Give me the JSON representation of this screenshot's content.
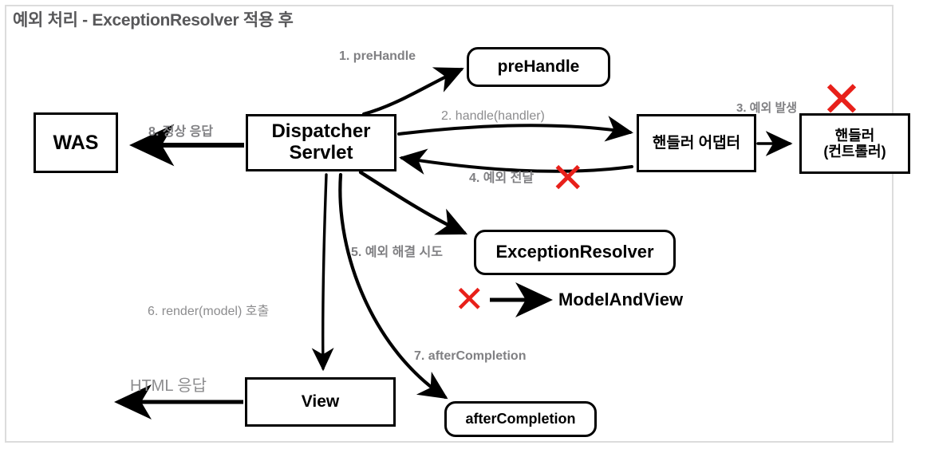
{
  "diagram": {
    "title": "예외 처리 - ExceptionResolver 적용 후",
    "accent_red": "#e8201a",
    "label_gray": "#8c8c8e",
    "frame_border": "#dcdcdc",
    "nodes": [
      {
        "id": "was",
        "label": "WAS",
        "shape": "rect"
      },
      {
        "id": "dispatcher-servlet",
        "label": "Dispatcher\nServlet",
        "shape": "rect"
      },
      {
        "id": "prehandle",
        "label": "preHandle",
        "shape": "round"
      },
      {
        "id": "handler-adapter",
        "label": "핸들러 어댑터",
        "shape": "rect"
      },
      {
        "id": "handler-controller",
        "label": "핸들러\n(컨트롤러)",
        "shape": "rect"
      },
      {
        "id": "exception-resolver",
        "label": "ExceptionResolver",
        "shape": "round"
      },
      {
        "id": "view",
        "label": "View",
        "shape": "rect"
      },
      {
        "id": "after-completion",
        "label": "afterCompletion",
        "shape": "round"
      }
    ],
    "node_labels": {
      "was": "WAS",
      "dispatcher_line1": "Dispatcher",
      "dispatcher_line2": "Servlet",
      "prehandle": "preHandle",
      "handler_adapter": "핸들러 어댑터",
      "handler_line1": "핸들러",
      "handler_line2": "(컨트롤러)",
      "exception_resolver": "ExceptionResolver",
      "view": "View",
      "after_completion": "afterCompletion"
    },
    "free_text": {
      "model_and_view": "ModelAndView"
    },
    "edge_labels": [
      {
        "id": "step-1",
        "text": "1. preHandle"
      },
      {
        "id": "step-2",
        "text": "2. handle(handler)"
      },
      {
        "id": "step-3",
        "text": "3. 예외 발생"
      },
      {
        "id": "step-4",
        "text": "4. 예외 전달"
      },
      {
        "id": "step-5",
        "text": "5. 예외 해결 시도"
      },
      {
        "id": "step-6",
        "text": "6. render(model) 호출"
      },
      {
        "id": "step-7",
        "text": "7. afterCompletion"
      },
      {
        "id": "step-8",
        "text": "8. 정상 응답"
      },
      {
        "id": "html-response",
        "text": "HTML 응답"
      }
    ],
    "x_marks": [
      {
        "id": "x-handler-exception",
        "glyph": "✕"
      },
      {
        "id": "x-exception-propagation",
        "glyph": "✕"
      },
      {
        "id": "x-model-and-view",
        "glyph": "✕"
      }
    ]
  }
}
